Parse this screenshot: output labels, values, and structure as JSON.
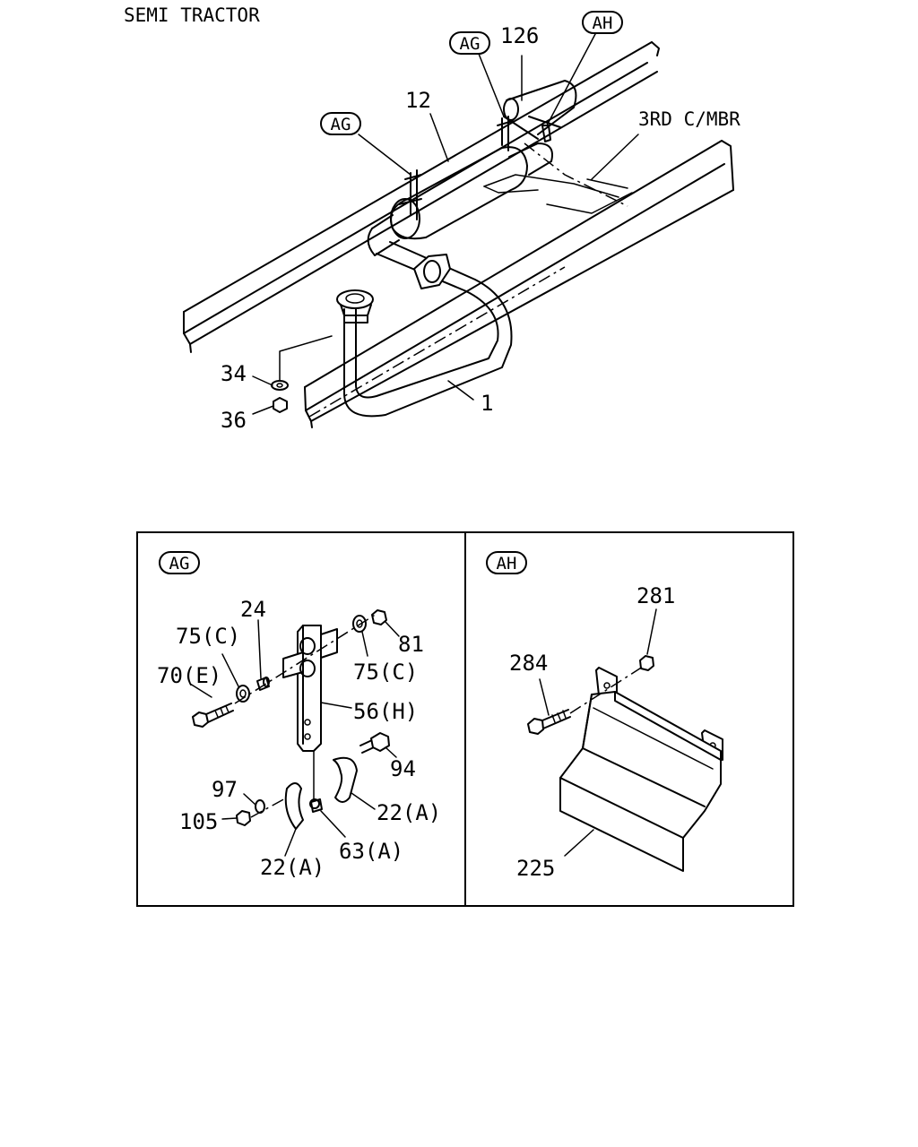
{
  "title": "SEMI TRACTOR",
  "main_view": {
    "callouts": {
      "ag_top": "AG",
      "ag_left": "AG",
      "ah": "AH"
    },
    "labels": {
      "p126": "126",
      "p12": "12",
      "member": "3RD C/MBR",
      "p34": "34",
      "p36": "36",
      "p1": "1"
    }
  },
  "detail_ag": {
    "callout": "AG",
    "labels": {
      "p24": "24",
      "p75c_left": "75(C)",
      "p70e": "70(E)",
      "p81": "81",
      "p75c_right": "75(C)",
      "p56h": "56(H)",
      "p94": "94",
      "p97": "97",
      "p105": "105",
      "p22a_right": "22(A)",
      "p63a": "63(A)",
      "p22a_bottom": "22(A)"
    }
  },
  "detail_ah": {
    "callout": "AH",
    "labels": {
      "p281": "281",
      "p284": "284",
      "p225": "225"
    }
  }
}
